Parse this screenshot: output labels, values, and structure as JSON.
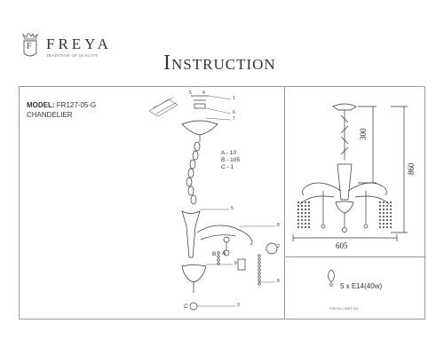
{
  "header": {
    "brand": "FREYA",
    "tagline": "TRADITION OF QUALITY",
    "logo_letter": "F",
    "title": "Instruction"
  },
  "product": {
    "model_label": "MODEL:",
    "model_code": "FR127-05-G",
    "type": "CHANDELIER"
  },
  "parts": {
    "list": [
      {
        "letter": "A",
        "count": "10"
      },
      {
        "letter": "B",
        "count": "105"
      },
      {
        "letter": "C",
        "count": "1"
      }
    ],
    "a_text": "A - 10",
    "b_text": "B - 105",
    "c_text": "C - 1",
    "callouts": {
      "n1": "1",
      "n2": "2",
      "n3": "3",
      "n4": "4",
      "n5": "5",
      "n6": "6",
      "n7": "7",
      "n8": "8",
      "n8b": "8",
      "n8c": "8",
      "a_mark": "A",
      "b_mark": "B",
      "c_mark": "C"
    }
  },
  "dimensions": {
    "height_drop": "300",
    "total_height": "860",
    "width": "605"
  },
  "bulb": {
    "spec": "5 x E14(40w)"
  },
  "footer": {
    "site": "FREYA-LIGHT.RU"
  }
}
